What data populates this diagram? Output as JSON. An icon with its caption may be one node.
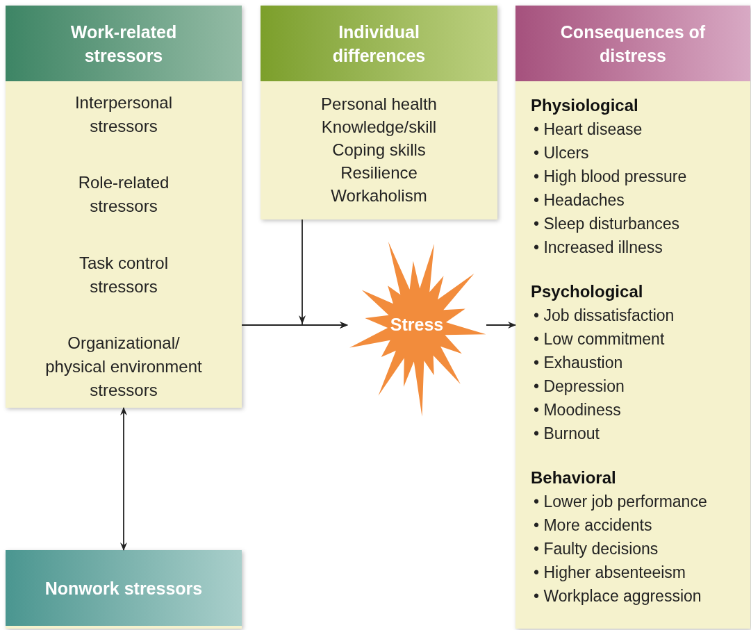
{
  "diagram": {
    "nodes": [
      {
        "text": [
          "Work-related stressors",
          "Interpersonal stressors",
          "Role-related stressors",
          "Task control stressors",
          "Organizational/ physical environment stressors"
        ]
      },
      {
        "text": [
          "Individual differences",
          "Personal health",
          "Knowledge/skill",
          "Coping skills",
          "Resilience",
          "Workaholism"
        ]
      },
      {
        "text": [
          "Consequences of distress"
        ]
      },
      {
        "text": [
          "Physiological",
          "• Heart disease",
          "• Ulcers",
          "• High blood pressure",
          "• Headaches",
          "• Sleep disturbances",
          "• Increased illness"
        ],
        "in": 2
      },
      {
        "text": [
          "Psychological",
          "• Job dissatisfaction",
          "• Low commitment",
          "• Exhaustion",
          "• Depression",
          "• Moodiness",
          "• Burnout"
        ],
        "in": 2
      },
      {
        "text": [
          "Behavioral",
          "• Lower job performance",
          "• More accidents",
          "• Faulty decisions",
          "• Higher absenteeism",
          "• Workplace aggression"
        ],
        "in": 2
      },
      {
        "text": [
          "Stress"
        ]
      },
      {
        "text": [
          "Nonwork stressors"
        ]
      }
    ],
    "edges": [
      {
        "from": 0,
        "to": 6,
        "arrow": "to"
      },
      {
        "from": 1,
        "to": 6,
        "arrow": "to"
      },
      {
        "from": 6,
        "to": 2,
        "arrow": "to"
      },
      {
        "from": 0,
        "to": 7,
        "arrow": "both"
      }
    ]
  }
}
